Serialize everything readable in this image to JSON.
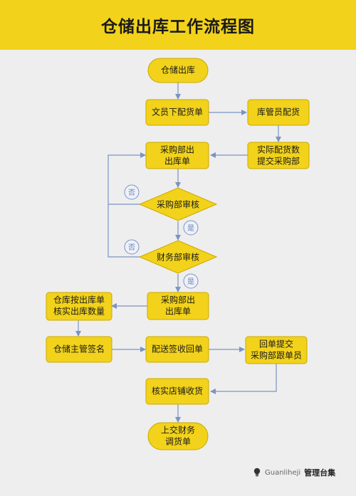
{
  "title": "仓储出库工作流程图",
  "nodes": {
    "start": "仓储出库",
    "clerk": [
      "文员下配货单"
    ],
    "keeper": [
      "库管员配货"
    ],
    "actual": [
      "实际配货数",
      "提交采购部"
    ],
    "purchase_out": [
      "采购部出",
      "出库单"
    ],
    "purchase_review": [
      "采购部审核"
    ],
    "finance_review": [
      "财务部审核"
    ],
    "purchase_out2": [
      "采购部出",
      "出库单"
    ],
    "warehouse_check": [
      "仓库按出库单",
      "核实出库数量"
    ],
    "supervisor_sign": [
      "仓储主管签名"
    ],
    "delivery_sign": [
      "配送签收回单"
    ],
    "return_submit": [
      "回单提交",
      "采购部跟单员"
    ],
    "store_verify": [
      "核实店铺收货"
    ],
    "end": [
      "上交财务",
      "调货单"
    ]
  },
  "edge_labels": {
    "no1": "否",
    "yes1": "是",
    "no2": "否",
    "yes2": "是"
  },
  "footer": {
    "brand": "Guanliheji",
    "brand_cn": "管理台集",
    "logo_icon": "lightbulb-icon"
  },
  "colors": {
    "header": "#f2d21b",
    "node_fill": "#f2d21b",
    "node_stroke": "#c9aa00",
    "edge": "#7b93c4",
    "background": "#eeeeee"
  }
}
